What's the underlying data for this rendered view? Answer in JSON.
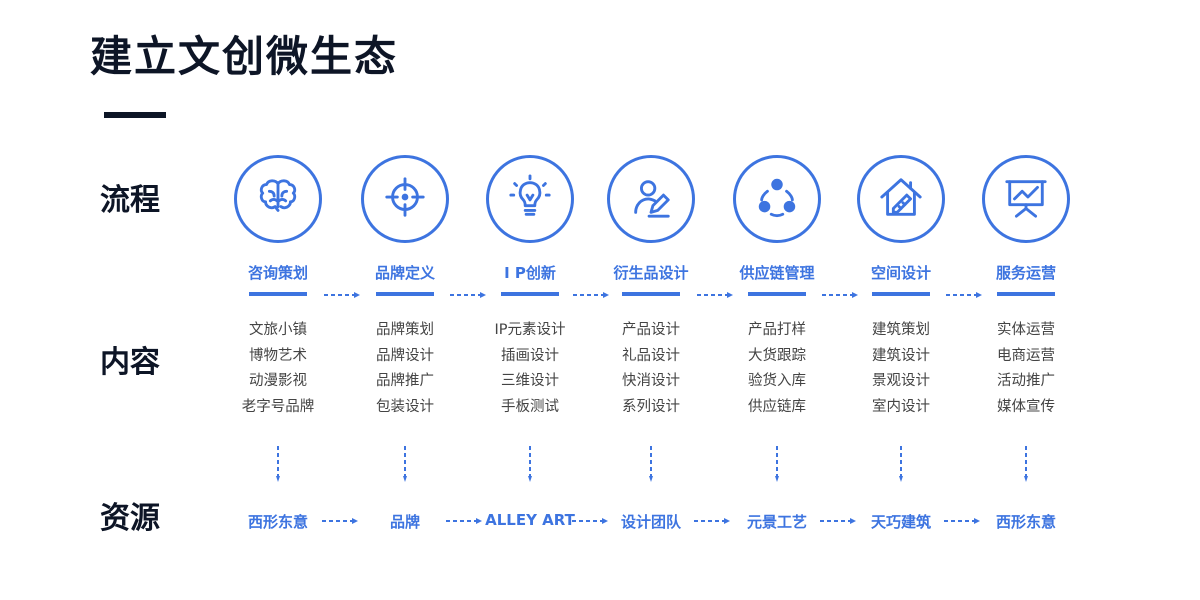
{
  "title": "建立文创微生态",
  "row_labels": {
    "process": "流程",
    "content": "内容",
    "resources": "资源"
  },
  "accent_color": "#3d74e0",
  "stages": [
    {
      "name": "咨询策划",
      "icon": "brain-icon",
      "items": [
        "文旅小镇",
        "博物艺术",
        "动漫影视",
        "老字号品牌"
      ],
      "resource": "西形东意"
    },
    {
      "name": "品牌定义",
      "icon": "crosshair-icon",
      "items": [
        "品牌策划",
        "品牌设计",
        "品牌推广",
        "包装设计"
      ],
      "resource": "品牌"
    },
    {
      "name": "I P创新",
      "icon": "lightbulb-icon",
      "items": [
        "IP元素设计",
        "插画设计",
        "三维设计",
        "手板测试"
      ],
      "resource": "ALLEY ART"
    },
    {
      "name": "衍生品设计",
      "icon": "user-edit-icon",
      "items": [
        "产品设计",
        "礼品设计",
        "快消设计",
        "系列设计"
      ],
      "resource": "设计团队"
    },
    {
      "name": "供应链管理",
      "icon": "network-icon",
      "items": [
        "产品打样",
        "大货跟踪",
        "验货入库",
        "供应链库"
      ],
      "resource": "元景工艺"
    },
    {
      "name": "空间设计",
      "icon": "house-ruler-icon",
      "items": [
        "建筑策划",
        "建筑设计",
        "景观设计",
        "室内设计"
      ],
      "resource": "天巧建筑"
    },
    {
      "name": "服务运营",
      "icon": "presentation-chart-icon",
      "items": [
        "实体运营",
        "电商运营",
        "活动推广",
        "媒体宣传"
      ],
      "resource": "西形东意"
    }
  ]
}
